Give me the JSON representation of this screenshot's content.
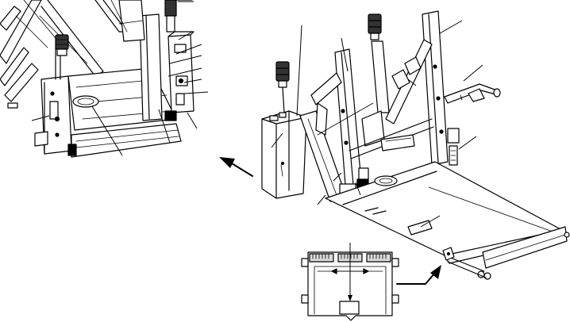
{
  "figure": {
    "kind": "technical-line-drawing",
    "labels": [],
    "callout_count_left": 10,
    "callout_count_right": 12
  },
  "colors": {
    "line": "#000000",
    "background": "#ffffff",
    "shade": "#d9d9d9"
  },
  "icons": {
    "direction_arrow": "arrow-left-up",
    "inset_arrow": "arrow-right-up"
  }
}
